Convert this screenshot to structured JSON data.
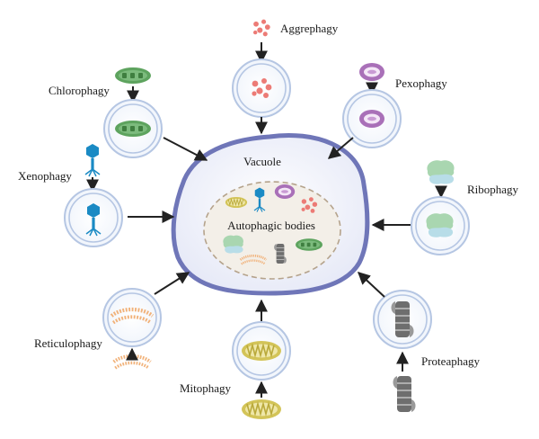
{
  "diagram": {
    "center": {
      "vacuole_label": "Vacuole",
      "autophagic_bodies_label": "Autophagic bodies"
    },
    "pathways": [
      {
        "id": "aggrephagy",
        "label": "Aggrephagy",
        "cargo": "protein-aggregate"
      },
      {
        "id": "pexophagy",
        "label": "Pexophagy",
        "cargo": "peroxisome"
      },
      {
        "id": "ribophagy",
        "label": "Ribophagy",
        "cargo": "ribosome"
      },
      {
        "id": "proteaphagy",
        "label": "Proteaphagy",
        "cargo": "proteasome"
      },
      {
        "id": "mitophagy",
        "label": "Mitophagy",
        "cargo": "mitochondrion"
      },
      {
        "id": "reticulophagy",
        "label": "Reticulophagy",
        "cargo": "endoplasmic-reticulum"
      },
      {
        "id": "xenophagy",
        "label": "Xenophagy",
        "cargo": "bacteriophage"
      },
      {
        "id": "chlorophagy",
        "label": "Chlorophagy",
        "cargo": "chloroplast"
      }
    ],
    "colors": {
      "vacuole_membrane": "#6f76b8",
      "vacuole_fill": "#eef0fa",
      "autophagosome_membrane": "#b5c6e3",
      "aggregate": "#ec7b76",
      "peroxisome": "#a970b8",
      "ribosome_green": "#a9d6b0",
      "ribosome_blue": "#b8dde8",
      "proteasome": "#7a7a7a",
      "mitochondrion": "#d3c458",
      "er": "#f1b27a",
      "phage": "#1a8ac4",
      "chloroplast": "#5da35e",
      "arrow": "#222222"
    }
  }
}
